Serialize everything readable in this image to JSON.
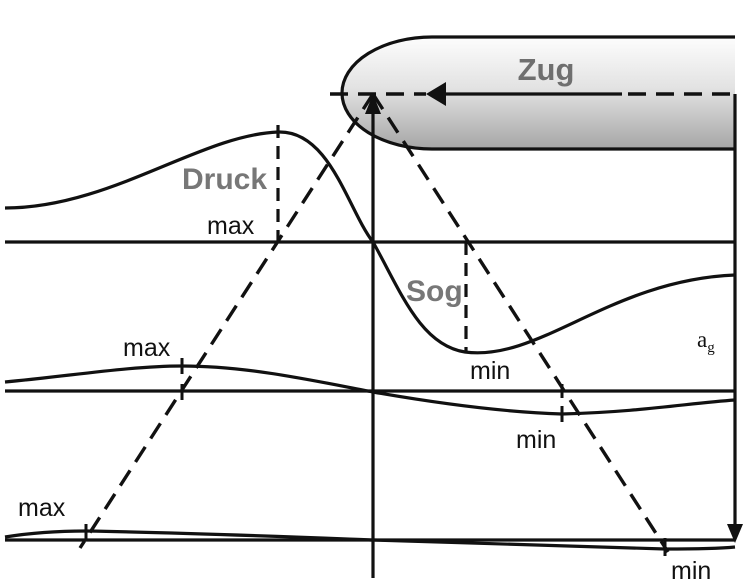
{
  "labels": {
    "zug": "Zug",
    "druck": "Druck",
    "sog": "Sog",
    "max": "max",
    "min": "min",
    "ag_base": "a",
    "ag_sub": "g"
  },
  "colors": {
    "ink": "#111111",
    "label_gray": "#777777",
    "train_light": "#fdfdfd",
    "train_dark": "#a6a6a6"
  }
}
